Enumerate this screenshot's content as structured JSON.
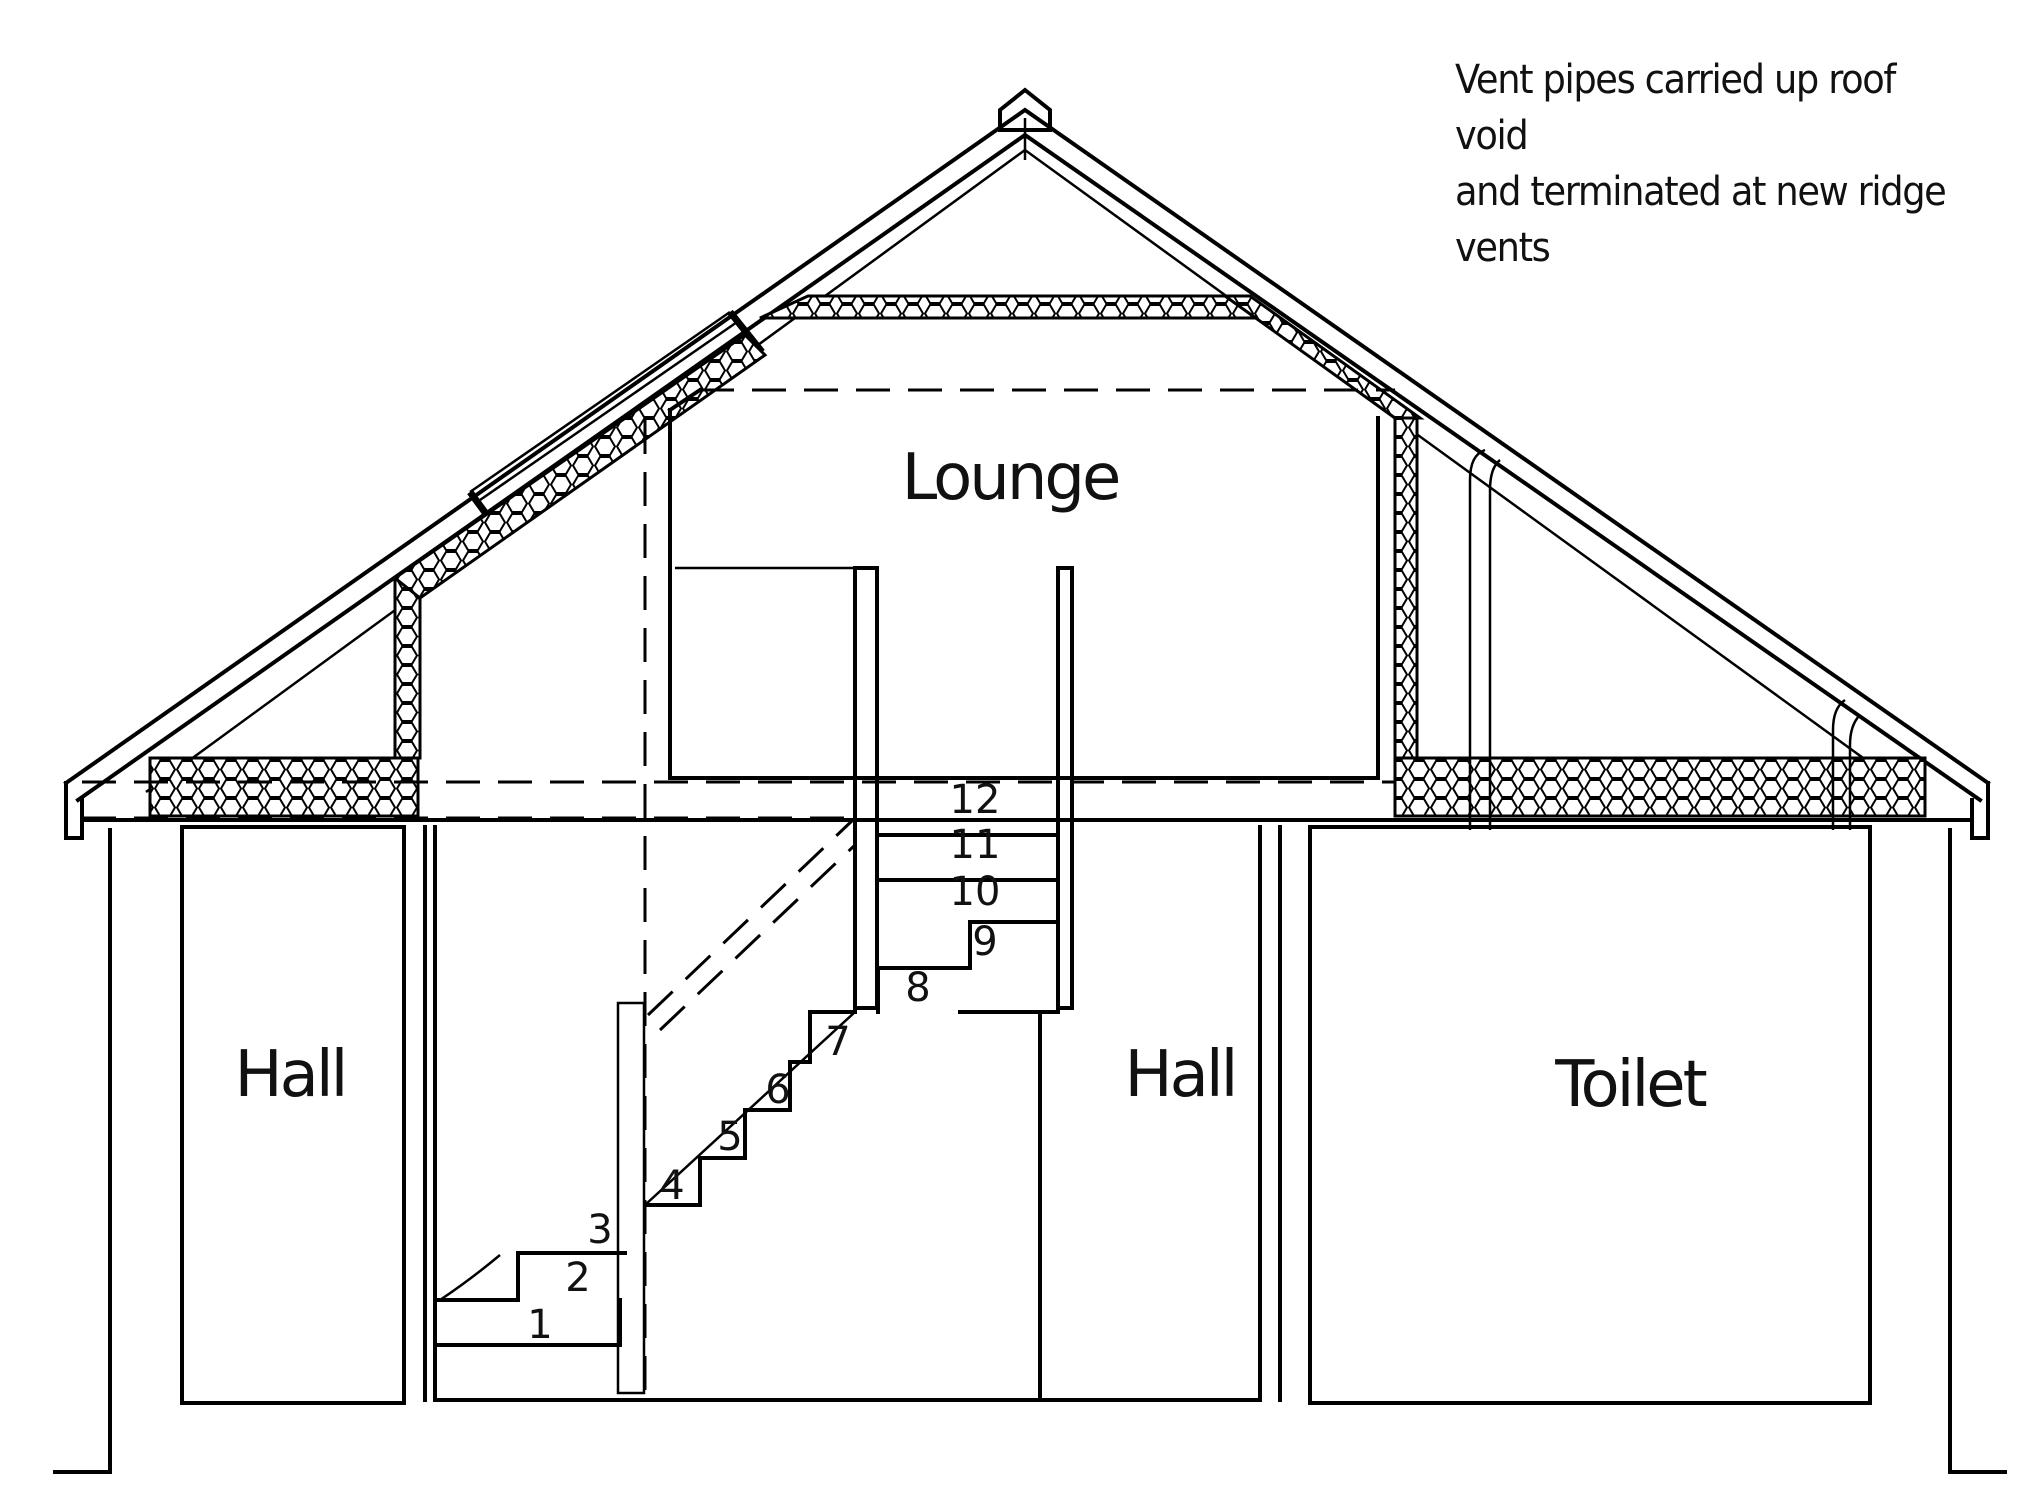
{
  "note": {
    "line1": "Vent pipes carried up roof void",
    "line2": "and terminated at new ridge vents"
  },
  "rooms": {
    "lounge": "Lounge",
    "hall_left": "Hall",
    "hall_right": "Hall",
    "toilet": "Toilet"
  },
  "stairs": {
    "treads": [
      "1",
      "2",
      "3",
      "4",
      "5",
      "6",
      "7",
      "8",
      "9",
      "10",
      "11",
      "12"
    ]
  }
}
